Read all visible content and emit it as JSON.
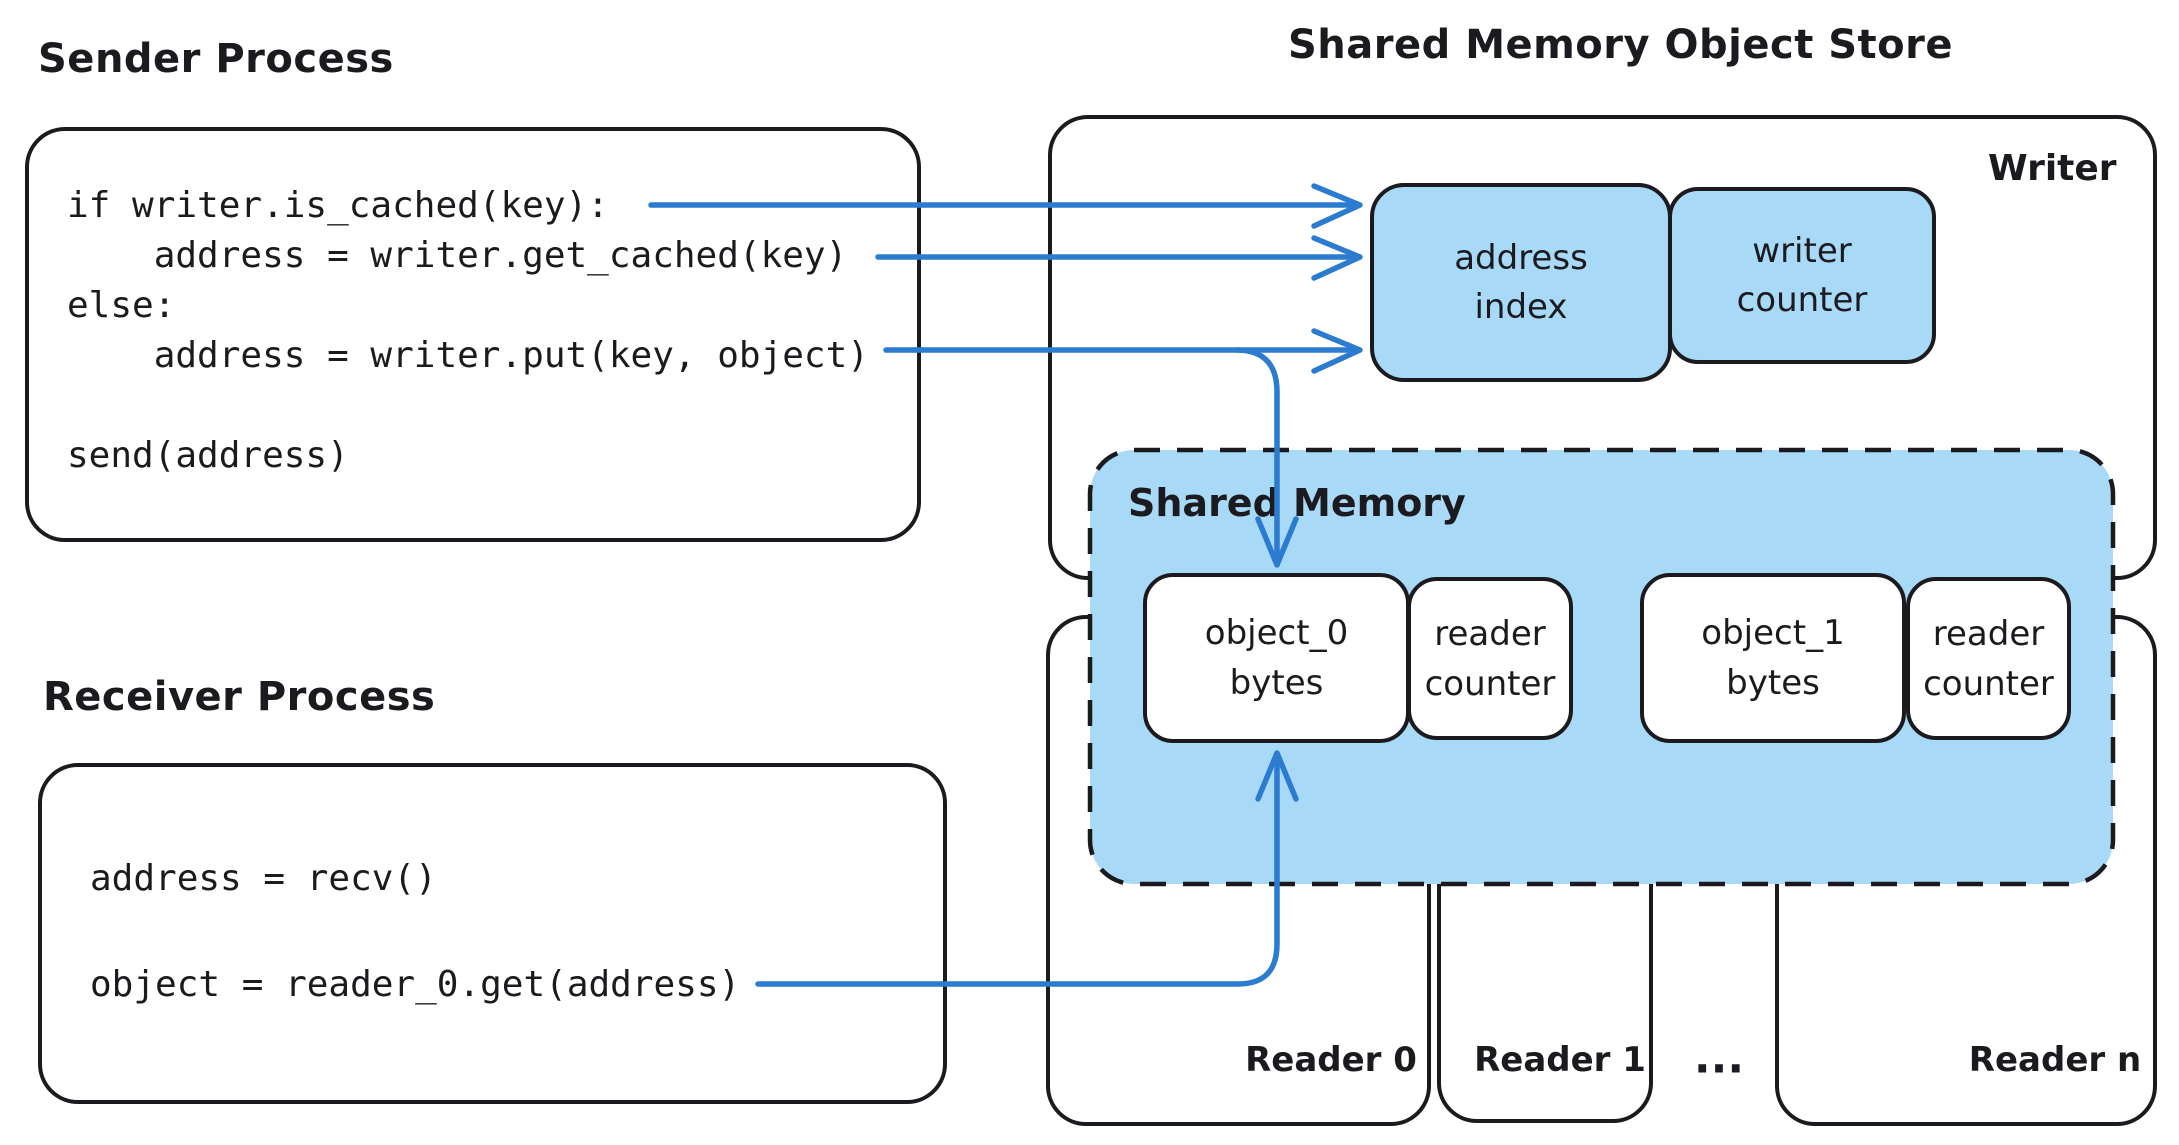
{
  "colors": {
    "ink": "#1b1b1f",
    "shared_fill": "#a8d9f7",
    "arrow_blue": "#2b7cd0",
    "background": "#ffffff"
  },
  "sender": {
    "title": "Sender Process",
    "code_lines": [
      "if writer.is_cached(key):",
      "    address = writer.get_cached(key)",
      "else:",
      "    address = writer.put(key, object)",
      "",
      "send(address)"
    ]
  },
  "receiver": {
    "title": "Receiver Process",
    "code_lines": [
      "address = recv()",
      "",
      "object = reader_0.get(address)"
    ]
  },
  "store": {
    "title": "Shared Memory Object Store",
    "writer_label": "Writer",
    "address_index": [
      "address",
      "index"
    ],
    "writer_counter": [
      "writer",
      "counter"
    ]
  },
  "shared_memory": {
    "label": "Shared Memory",
    "cells": [
      {
        "name": [
          "object_0",
          "bytes"
        ],
        "counter": [
          "reader",
          "counter"
        ]
      },
      {
        "name": [
          "object_1",
          "bytes"
        ],
        "counter": [
          "reader",
          "counter"
        ]
      }
    ]
  },
  "readers": {
    "r0": "Reader 0",
    "r1": "Reader 1",
    "ellipsis": "...",
    "rn": "Reader n"
  }
}
